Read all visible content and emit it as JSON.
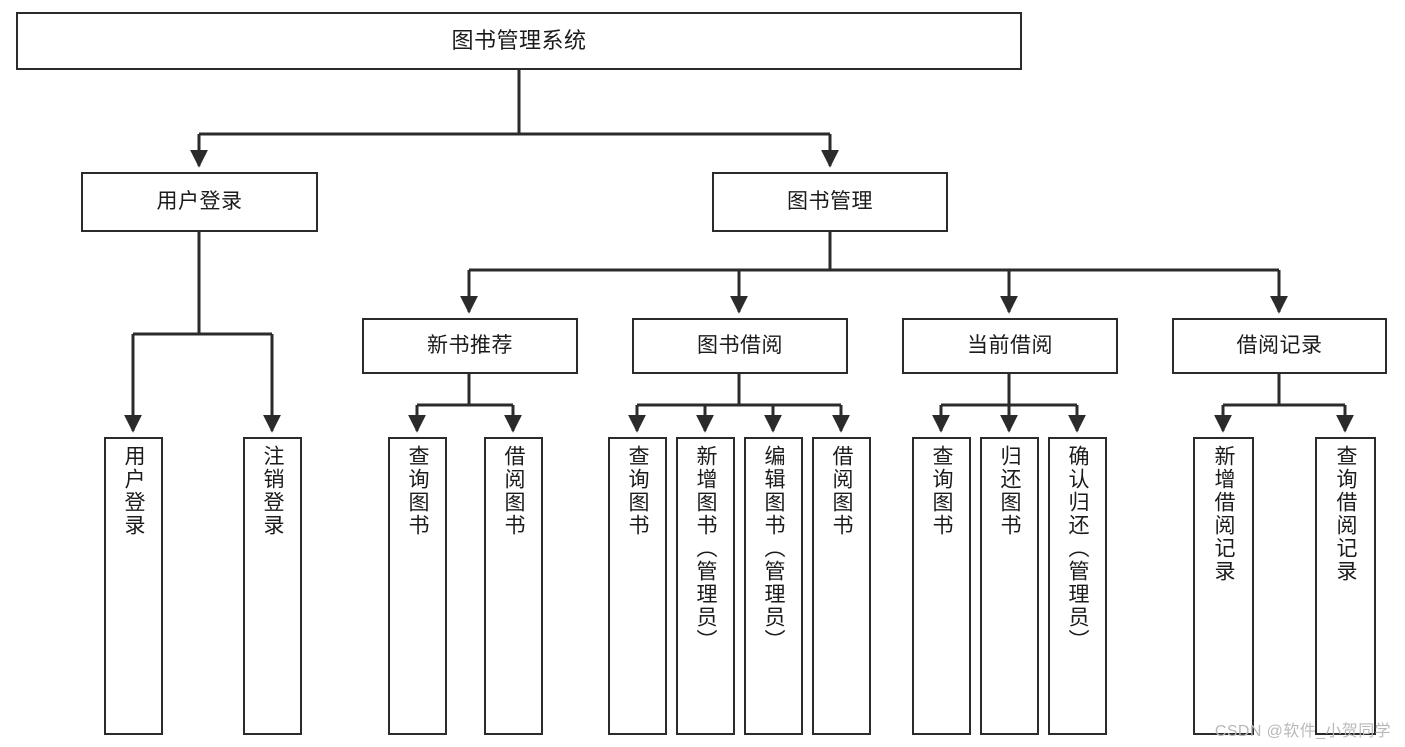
{
  "diagram": {
    "type": "tree",
    "title": "图书管理系统",
    "watermark": "CSDN @软件_小贺同学",
    "colors": {
      "background": "#ffffff",
      "box_border": "#2b2b2b",
      "box_fill": "#ffffff",
      "edge": "#2b2b2b",
      "text": "#1b1b1b",
      "watermark": "#b9b9b9"
    },
    "nodes": {
      "root": {
        "label": "图书管理系统"
      },
      "level1": [
        {
          "label": "用户登录"
        },
        {
          "label": "图书管理"
        }
      ],
      "level2": [
        {
          "label": "新书推荐"
        },
        {
          "label": "图书借阅"
        },
        {
          "label": "当前借阅"
        },
        {
          "label": "借阅记录"
        }
      ],
      "leaves": {
        "user_login": [
          {
            "label": "用户登录"
          },
          {
            "label": "注销登录"
          }
        ],
        "new_book_recommend": [
          {
            "label": "查询图书"
          },
          {
            "label": "借阅图书"
          }
        ],
        "book_borrow": [
          {
            "label": "查询图书"
          },
          {
            "label": "新增图书（管理员）"
          },
          {
            "label": "编辑图书（管理员）"
          },
          {
            "label": "借阅图书"
          }
        ],
        "current_borrow": [
          {
            "label": "查询图书"
          },
          {
            "label": "归还图书"
          },
          {
            "label": "确认归还（管理员）"
          }
        ],
        "borrow_record": [
          {
            "label": "新增借阅记录"
          },
          {
            "label": "查询借阅记录"
          }
        ]
      }
    }
  }
}
